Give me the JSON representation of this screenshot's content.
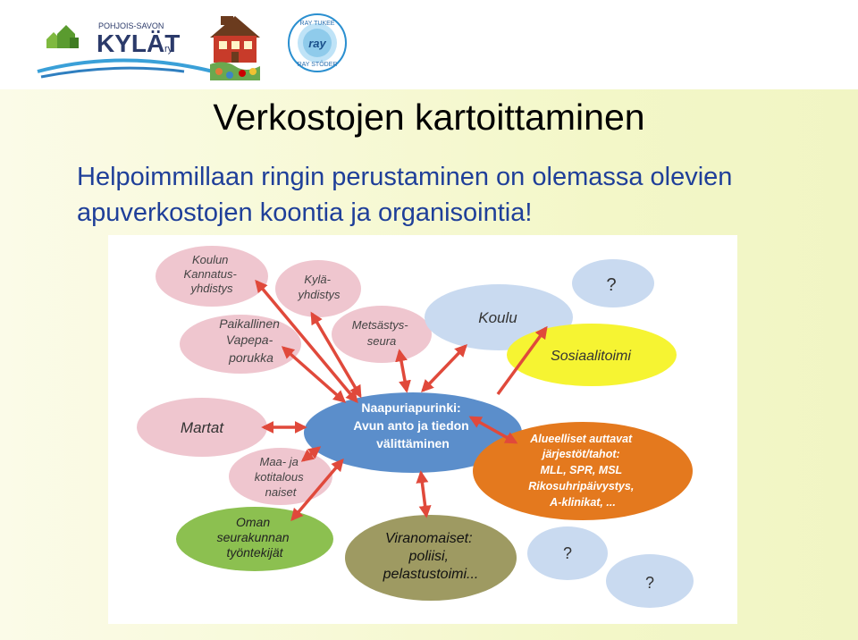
{
  "logos": {
    "kylat_line1": "POHJOIS-SAVON",
    "kylat_line2": "KYLÄT",
    "kylat_suffix": "ry",
    "ray_top": "RAY TUKEE",
    "ray_center": "ray",
    "ray_bottom": "RAY STÖDER"
  },
  "slide": {
    "title": "Verkostojen kartoittaminen",
    "subtitle_line1": "Helpoimmillaan ringin perustaminen on olemassa olevien",
    "subtitle_line2": "apuverkostojen koontia ja organisointia!"
  },
  "diagram": {
    "center": [
      "Naapuriapurinki:",
      "Avun anto ja tiedon",
      "välittäminen"
    ],
    "nodes": {
      "kannatus": [
        "Koulun",
        "Kannatus-",
        "yhdistys"
      ],
      "kyla": [
        "Kylä-",
        "yhdistys"
      ],
      "vapepa": [
        "Paikallinen",
        "Vapepa-",
        "porukka"
      ],
      "metsastys": [
        "Metsästys-",
        "seura"
      ],
      "koulu": [
        "Koulu"
      ],
      "q_top": [
        "?"
      ],
      "sosiaali": [
        "Sosiaalitoimi"
      ],
      "martat": [
        "Martat"
      ],
      "maa": [
        "Maa- ja",
        "kotitalous",
        "naiset"
      ],
      "oman": [
        "Oman",
        "seurakunnan",
        "työntekijät"
      ],
      "viran": [
        "Viranomaiset:",
        "poliisi,",
        "pelastustoimi..."
      ],
      "alue": [
        "Alueelliset auttavat",
        "järjestöt/tahot:",
        "MLL, SPR, MSL",
        "Rikosuhripäivystys,",
        "A-klinikat, ..."
      ],
      "q_bottom1": [
        "?"
      ],
      "q_bottom2": [
        "?"
      ]
    }
  },
  "colors": {
    "arrow": "#e0493b",
    "arrow_stroke": "#c0392b",
    "pink": "#efc6cf",
    "blue_light": "#c9daf0",
    "yellow": "#f6f432",
    "blue_center": "#5b8ecb",
    "orange": "#e4791e",
    "green": "#8cc050",
    "olive": "#9e9a62",
    "subtitle": "#1f3f99"
  }
}
